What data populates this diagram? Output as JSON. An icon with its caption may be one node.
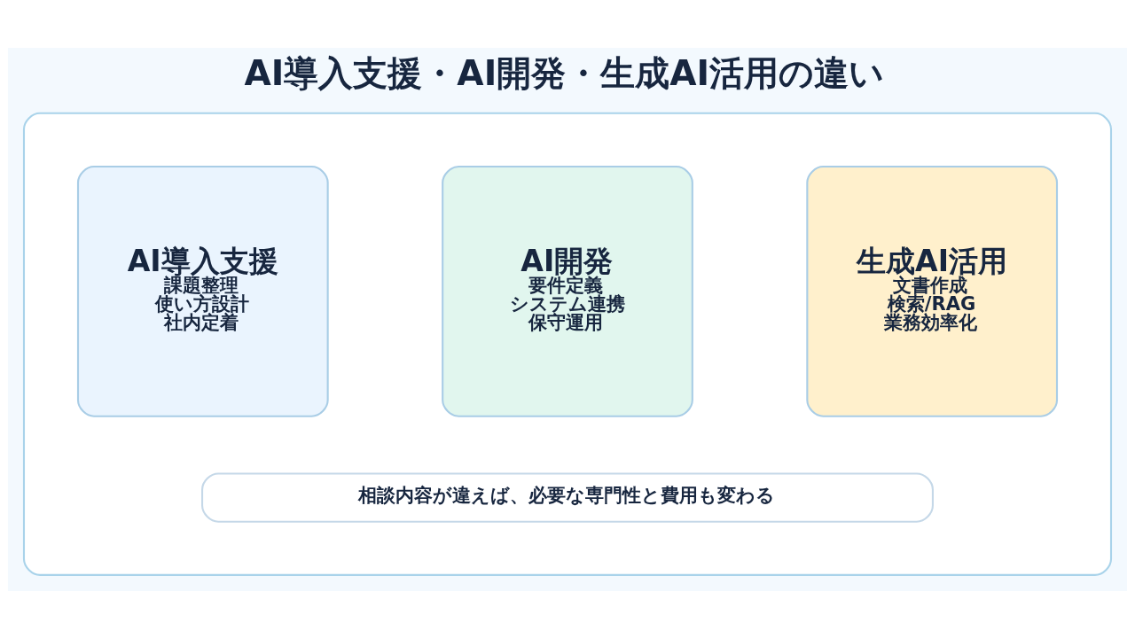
{
  "diagram": {
    "title": "AI導入支援・AI開発・生成AI活用の違い",
    "nodes": [
      {
        "text": [],
        "shape": "box"
      },
      {
        "text": [
          "AI導入支援",
          "課題整理",
          "使い方設計",
          "社内定着"
        ],
        "in": 0
      },
      {
        "text": [
          "AI開発",
          "要件定義",
          "システム連携",
          "保守運用"
        ],
        "in": 0
      },
      {
        "text": [
          "生成AI活用",
          "文書作成",
          "検索/RAG",
          "業務効率化"
        ],
        "in": 0
      },
      {
        "text": [
          "相談内容が違えば、必要な専門性と費用も変わる"
        ],
        "in": 0
      }
    ],
    "edges": []
  }
}
